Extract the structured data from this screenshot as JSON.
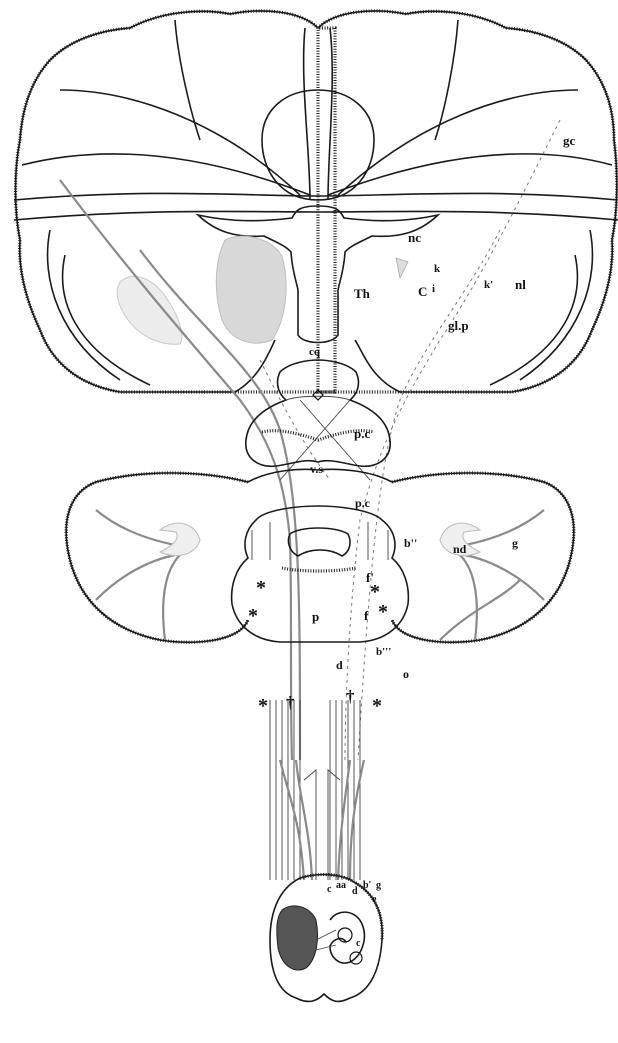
{
  "labels": {
    "gc": "gc",
    "nc": "nc",
    "Th": "Th",
    "C": "C",
    "i": "i",
    "k": "k",
    "k2": "k'",
    "nl": "nl",
    "glp": "gl.p",
    "cq": "cq",
    "pc1": "p.c",
    "vs": "v.s",
    "pc2": "p.c",
    "b1": "b''",
    "nd": "nd",
    "g": "g",
    "f1": "f'",
    "f2": "f",
    "p": "p",
    "d": "d",
    "b2": "b'''",
    "o": "o",
    "star1": "*",
    "star2": "*",
    "star3": "*",
    "star4": "*",
    "star5": "*",
    "star6": "*",
    "dagger1": "†",
    "dagger2": "†",
    "sc_c": "c",
    "sc_aa": "aa",
    "sc_d": "d",
    "sc_b": "b'",
    "sc_g": "g",
    "sc_e": "e",
    "sc_c2": "c"
  }
}
